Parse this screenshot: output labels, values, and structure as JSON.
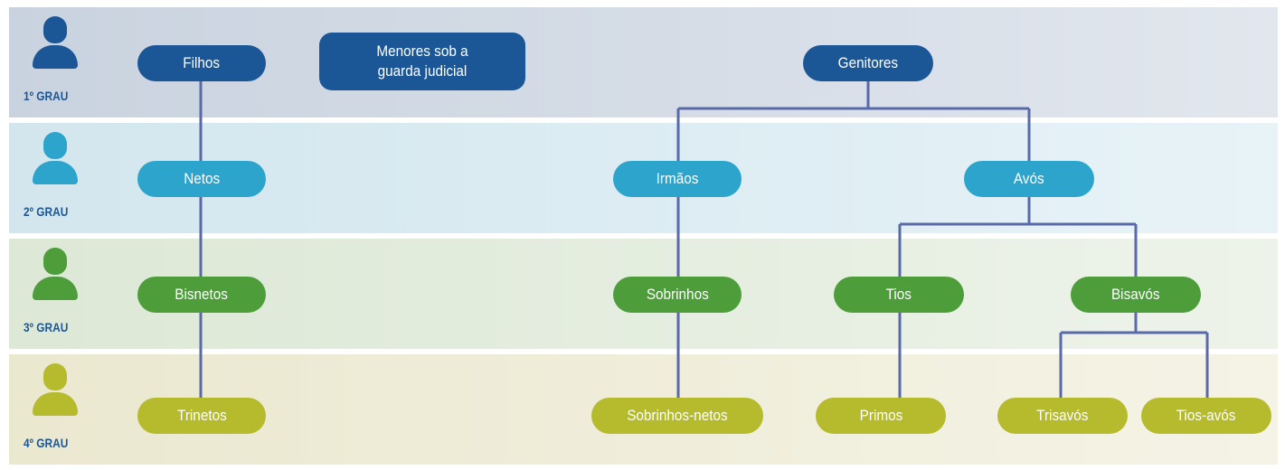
{
  "grades": [
    {
      "label": "1º GRAU",
      "color": "#1b5796"
    },
    {
      "label": "2º GRAU",
      "color": "#2da4cc"
    },
    {
      "label": "3º GRAU",
      "color": "#4d9e3b"
    },
    {
      "label": "4º GRAU",
      "color": "#b5bb2c"
    }
  ],
  "nodes": {
    "filhos": "Filhos",
    "guarda_judicial": "Menores sob a guarda judicial",
    "genitores": "Genitores",
    "netos": "Netos",
    "irmaos": "Irmãos",
    "avos": "Avós",
    "bisnetos": "Bisnetos",
    "sobrinhos": "Sobrinhos",
    "tios": "Tios",
    "bisavos": "Bisavós",
    "trinetos": "Trinetos",
    "sobrinhos_netos": "Sobrinhos-netos",
    "primos": "Primos",
    "trisavos": "Trisavós",
    "tios_avos": "Tios-avós"
  },
  "line_color": "#5a69a8"
}
